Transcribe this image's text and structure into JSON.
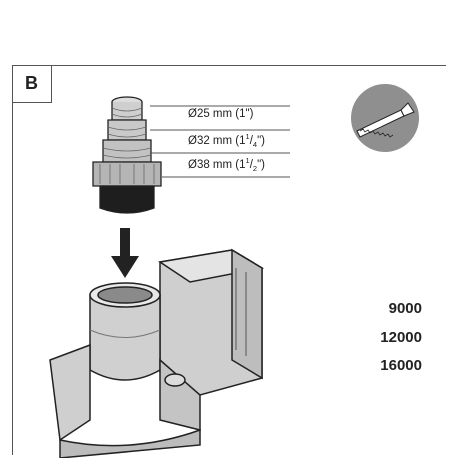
{
  "panel": {
    "label": "B"
  },
  "specs": [
    {
      "text": "Ø25 mm (1\")"
    },
    {
      "text_main": "Ø32 mm (1",
      "sup": "1",
      "slash": "/",
      "sub": "4",
      "tail": "\")"
    },
    {
      "text_main": "Ø38 mm (1",
      "sup": "1",
      "slash": "/",
      "sub": "2",
      "tail": "\")"
    }
  ],
  "models": [
    "9000",
    "12000",
    "16000"
  ],
  "icons": {
    "tool": "hacksaw-icon",
    "arrow": "down-arrow-icon"
  }
}
